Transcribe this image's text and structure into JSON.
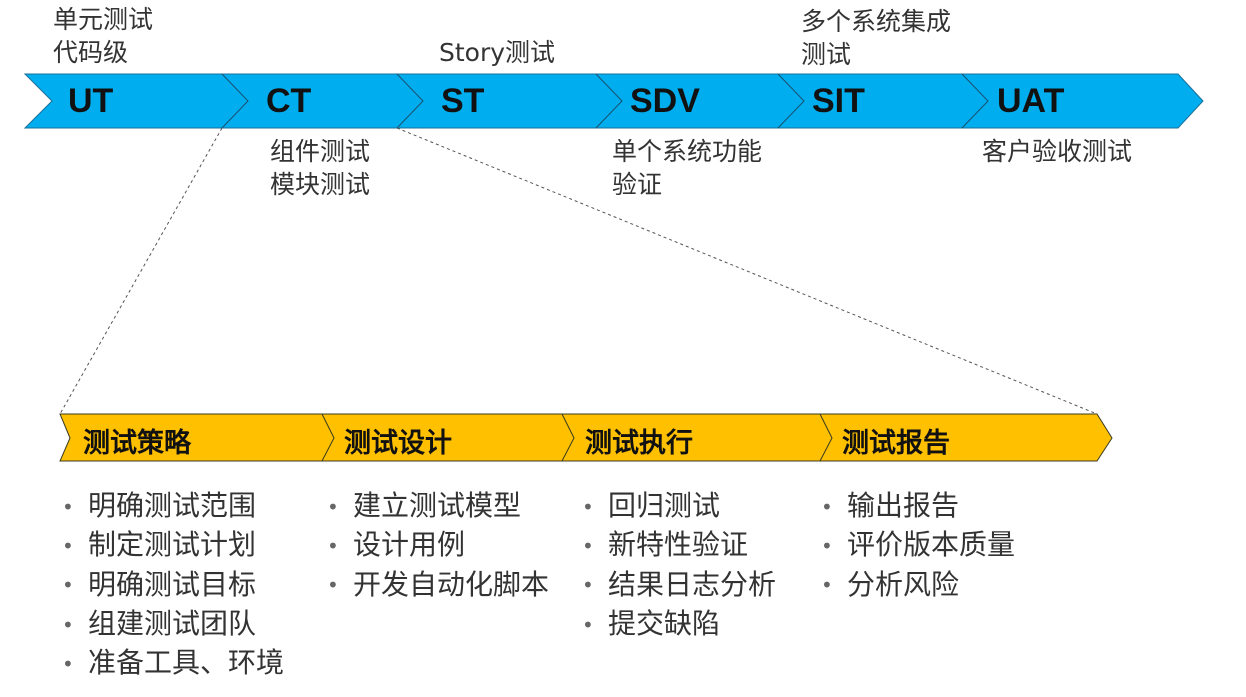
{
  "colors": {
    "stage_bar": "#00AEEF",
    "phase_bar": "#FFC000"
  },
  "stages": [
    {
      "code": "UT",
      "desc": [
        "单元测试",
        "代码级"
      ]
    },
    {
      "code": "CT",
      "desc": [
        "组件测试",
        "模块测试"
      ]
    },
    {
      "code": "ST",
      "desc": [
        "Story测试"
      ]
    },
    {
      "code": "SDV",
      "desc": [
        "单个系统功能",
        "验证"
      ]
    },
    {
      "code": "SIT",
      "desc": [
        "多个系统集成",
        "测试"
      ]
    },
    {
      "code": "UAT",
      "desc": [
        "客户验收测试"
      ]
    }
  ],
  "phases": [
    {
      "title": "测试策略",
      "items": [
        "明确测试范围",
        "制定测试计划",
        "明确测试目标",
        "组建测试团队",
        "准备工具、环境"
      ]
    },
    {
      "title": "测试设计",
      "items": [
        "建立测试模型",
        "设计用例",
        "开发自动化脚本"
      ]
    },
    {
      "title": "测试执行",
      "items": [
        "回归测试",
        "新特性验证",
        "结果日志分析",
        "提交缺陷"
      ]
    },
    {
      "title": "测试报告",
      "items": [
        "输出报告",
        "评价版本质量",
        "分析风险"
      ]
    }
  ]
}
